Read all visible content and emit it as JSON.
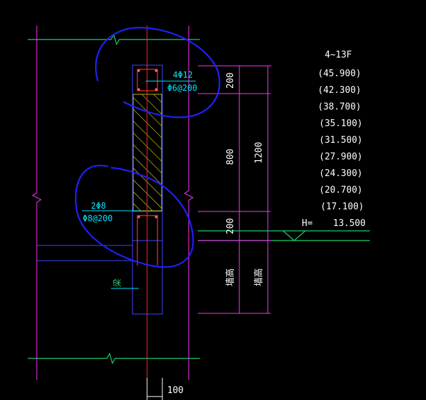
{
  "title": "4~13F",
  "level_values": [
    "(45.900)",
    "(42.300)",
    "(38.700)",
    "(35.100)",
    "(31.500)",
    "(27.900)",
    "(24.300)",
    "(20.700)",
    "(17.100)"
  ],
  "base_level": {
    "label": "H=",
    "value": "13.500"
  },
  "dimensions": {
    "top": "200",
    "middle": "800",
    "bottom": "200",
    "total": "1200",
    "width": "100",
    "below_a": "墙高",
    "below_b": "墙高"
  },
  "annotations": {
    "top_main_rebar": "4Φ12",
    "top_stirrup": "Φ6@200",
    "bottom_main_rebar": "2Φ8",
    "bottom_stirrup": "Φ8@200",
    "side_label": "梁"
  },
  "colors": {
    "background": "#000000",
    "grid_green": "#19d46a",
    "dim_magenta": "#ff33ff",
    "wall_blue": "#3b47ff",
    "axis_red": "#ff2a2a",
    "hatch_yellow": "#e6e60a",
    "text_cyan": "#00e5ff",
    "markup_blue": "#2020ff"
  }
}
